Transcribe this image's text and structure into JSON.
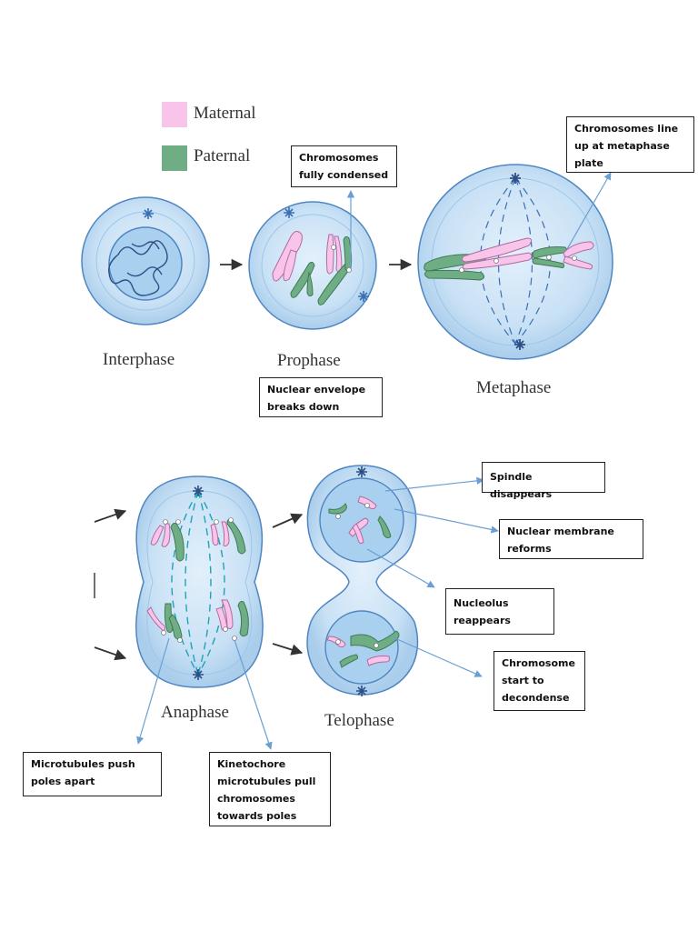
{
  "legend": [
    {
      "label": "Maternal",
      "color": "#f9c4ea"
    },
    {
      "label": "Paternal",
      "color": "#6fae85"
    }
  ],
  "stages": {
    "interphase": "Interphase",
    "prophase": "Prophase",
    "metaphase": "Metaphase",
    "anaphase": "Anaphase",
    "telophase": "Telophase"
  },
  "notes": {
    "chromosomes_condensed": [
      "Chromosomes",
      "fully condensed"
    ],
    "metaphase_plate": [
      "Chromosomes line",
      "up at metaphase",
      "plate"
    ],
    "nuclear_envelope": [
      "Nuclear envelope",
      "breaks down"
    ],
    "spindle_disappears": [
      "Spindle disappears"
    ],
    "nuclear_membrane": [
      "Nuclear membrane",
      "reforms"
    ],
    "nucleolus": [
      "Nucleolus",
      "reappears"
    ],
    "decondense": [
      "Chromosome",
      "start to",
      "decondense"
    ],
    "microtubules_push": [
      "Microtubules push",
      "poles apart"
    ],
    "kinetochore": [
      "Kinetochore",
      "microtubules pull",
      "chromosomes",
      "towards poles"
    ]
  },
  "colors": {
    "cell_outer": "#b8d8f0",
    "cell_inner": "#d4e8f8",
    "cell_border": "#4f86c2",
    "nucleus": "#a9d0ee",
    "maternal": "#f9c4ea",
    "paternal": "#6fae85",
    "pointer": "#6a9fd4",
    "arrow": "#333333"
  }
}
